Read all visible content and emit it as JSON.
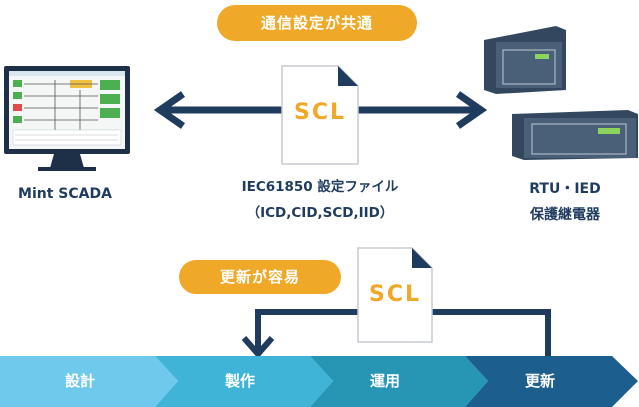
{
  "top_badge": "通信設定が共通",
  "middle_badge": "更新が容易",
  "left_system": "Mint SCADA",
  "file_label": {
    "line1": "IEC61850 設定ファイル",
    "line2": "（ICD,CID,SCD,IID）"
  },
  "scl_text": "SCL",
  "device_label": {
    "line1": "RTU・IED",
    "line2": "保護継電器"
  },
  "stages": [
    {
      "label": "設計",
      "color": "#6fc9ec"
    },
    {
      "label": "製作",
      "color": "#3fb4d6"
    },
    {
      "label": "運用",
      "color": "#2796b4"
    },
    {
      "label": "更新",
      "color": "#1c5e8e"
    }
  ],
  "colors": {
    "accent": "#f0a829",
    "navy": "#1f3b5e",
    "arrow": "#1f3b5e"
  }
}
